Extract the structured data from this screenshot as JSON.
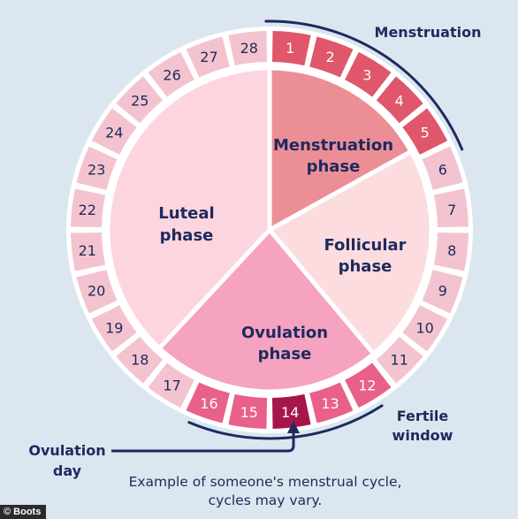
{
  "cycle": {
    "days": [
      "1",
      "2",
      "3",
      "4",
      "5",
      "6",
      "7",
      "8",
      "9",
      "10",
      "11",
      "12",
      "13",
      "14",
      "15",
      "16",
      "17",
      "18",
      "19",
      "20",
      "21",
      "22",
      "23",
      "24",
      "25",
      "26",
      "27",
      "28"
    ],
    "day_colors": {
      "menstruation": "#e0566b",
      "fertile": "#e9608a",
      "ovulation": "#a5174a",
      "other": "#f3c4cf"
    },
    "menstruation_days": [
      "1",
      "2",
      "3",
      "4",
      "5"
    ],
    "fertile_days": [
      "12",
      "13",
      "15",
      "16"
    ],
    "ovulation_day": "14"
  },
  "phases": {
    "menstruation": {
      "line1": "Menstruation",
      "line2": "phase",
      "color": "#ec8e96"
    },
    "follicular": {
      "line1": "Follicular",
      "line2": "phase",
      "color": "#fcdcde"
    },
    "ovulation": {
      "line1": "Ovulation",
      "line2": "phase",
      "color": "#f5a3c0"
    },
    "luteal": {
      "line1": "Luteal",
      "line2": "phase",
      "color": "#fcd5de"
    }
  },
  "labels": {
    "menstruation": "Menstruation",
    "fertile_line1": "Fertile",
    "fertile_line2": "window",
    "ovulation_day_line1": "Ovulation",
    "ovulation_day_line2": "day",
    "caption_line1": "Example of someone's menstrual cycle,",
    "caption_line2": "cycles may vary."
  },
  "colors": {
    "navy": "#1e2a5e",
    "background": "#dce6f0"
  },
  "credit": "© Boots"
}
